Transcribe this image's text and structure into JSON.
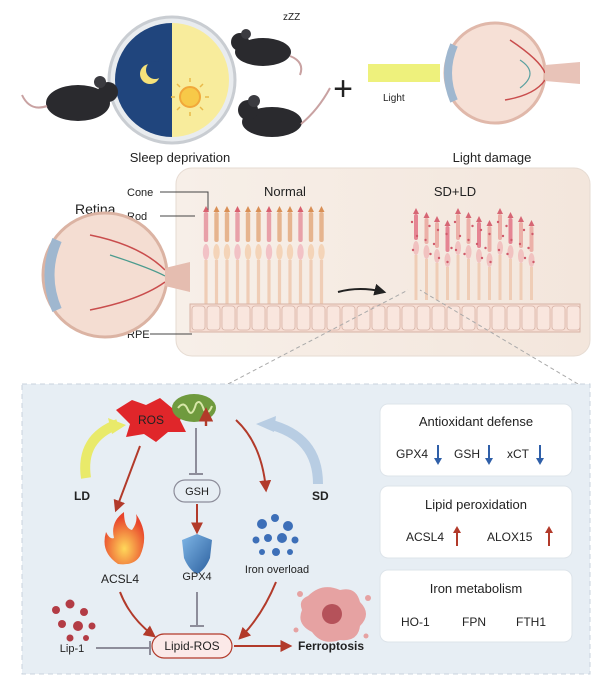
{
  "top": {
    "sleep_label": "Sleep deprivation",
    "zzz": "zZZ",
    "plus": "+",
    "light_bar_label": "Light",
    "light_damage_label": "Light damage"
  },
  "retina": {
    "retina_label": "Retina",
    "cone_label": "Cone",
    "rod_label": "Rod",
    "rpe_label": "RPE",
    "normal_label": "Normal",
    "sdld_label": "SD+LD"
  },
  "mechanism": {
    "ros": "ROS",
    "gsh": "GSH",
    "gpx4": "GPX4",
    "acsl4": "ACSL4",
    "iron_overload": "Iron overload",
    "lipid_ros": "Lipid-ROS",
    "ferroptosis": "Ferroptosis",
    "lip1": "Lip-1",
    "ld": "LD",
    "sd": "SD"
  },
  "panels": {
    "antioxidant": {
      "title": "Antioxidant defense",
      "items": [
        "GPX4",
        "GSH",
        "xCT"
      ],
      "arrows": [
        "down",
        "down",
        "down"
      ]
    },
    "lipid": {
      "title": "Lipid peroxidation",
      "items": [
        "ACSL4",
        "ALOX15"
      ],
      "arrows": [
        "up",
        "up"
      ]
    },
    "iron": {
      "title": "Iron metabolism",
      "items": [
        "HO-1",
        "FPN",
        "FTH1"
      ]
    }
  },
  "colors": {
    "ros_red": "#e0262a",
    "arrow_red": "#b23a2a",
    "arrow_blue": "#2f5fa8",
    "gsh_grey": "#8d8d9a",
    "ld_arrow": "#e9ea6a",
    "sd_arrow": "#b8cde3",
    "mechanism_bg": "#e7eef4"
  }
}
